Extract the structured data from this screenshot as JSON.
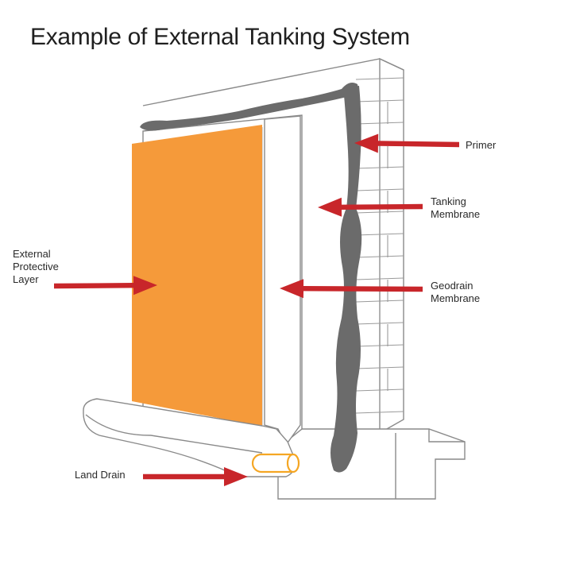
{
  "title": "Example of External Tanking System",
  "labels": {
    "primer": "Primer",
    "tanking_membrane": [
      "Tanking",
      "Membrane"
    ],
    "geodrain_membrane": [
      "Geodrain",
      "Membrane"
    ],
    "external_protective_layer": [
      "External",
      "Protective",
      "Layer"
    ],
    "land_drain": "Land Drain"
  },
  "colors": {
    "protective_layer": "#f59a3a",
    "membrane": "#6b6b6b",
    "arrow": "#c8262a",
    "outline": "#8a8a8a",
    "land_drain": "#f5a623"
  }
}
